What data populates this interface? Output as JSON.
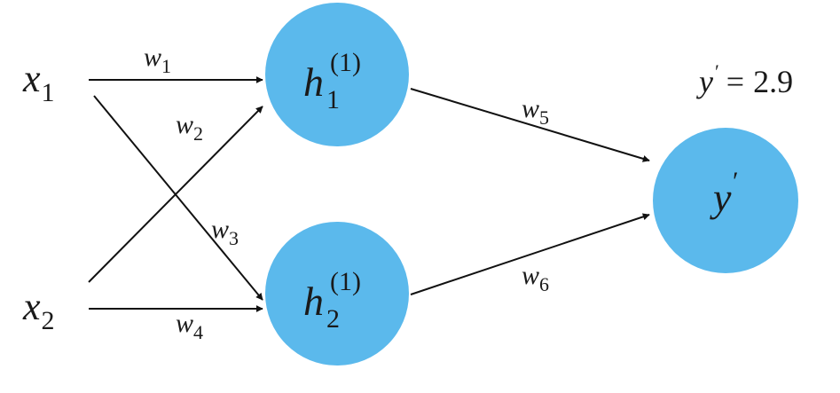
{
  "inputs": [
    {
      "symbol": "x",
      "subscript": "1"
    },
    {
      "symbol": "x",
      "subscript": "2"
    }
  ],
  "hidden": [
    {
      "symbol": "h",
      "superscript": "(1)",
      "subscript": "1"
    },
    {
      "symbol": "h",
      "superscript": "(1)",
      "subscript": "2"
    }
  ],
  "output": {
    "symbol": "y",
    "prime": "′"
  },
  "result": {
    "symbol": "y",
    "prime": "′",
    "equals": "=",
    "value": "2.9"
  },
  "weights": [
    {
      "symbol": "w",
      "subscript": "1"
    },
    {
      "symbol": "w",
      "subscript": "2"
    },
    {
      "symbol": "w",
      "subscript": "3"
    },
    {
      "symbol": "w",
      "subscript": "4"
    },
    {
      "symbol": "w",
      "subscript": "5"
    },
    {
      "symbol": "w",
      "subscript": "6"
    }
  ],
  "colors": {
    "node": "#5bb9ec",
    "edge": "#111111",
    "text": "#1a1a1a"
  }
}
